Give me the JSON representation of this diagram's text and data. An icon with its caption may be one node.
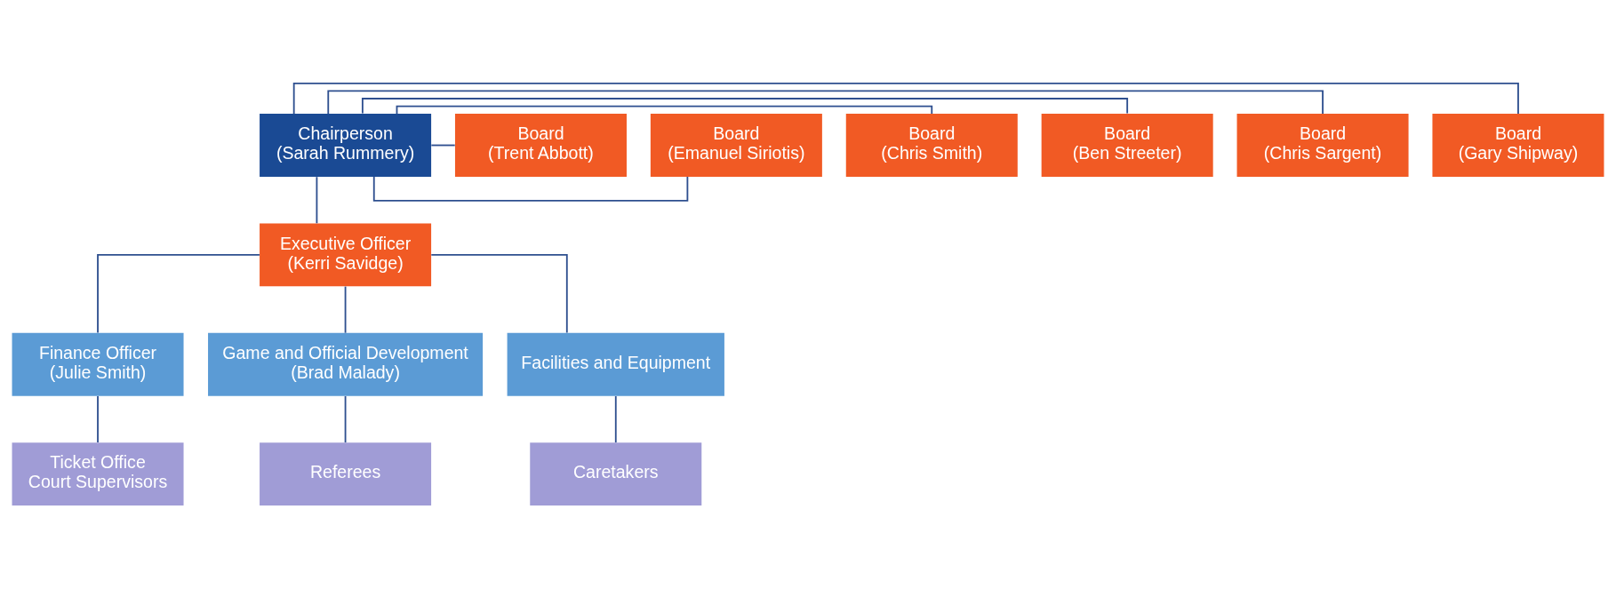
{
  "diagram": {
    "nodes": [
      {
        "text": [
          "Chairperson",
          "(Sarah Rummery)"
        ]
      },
      {
        "text": [
          "Board",
          "(Gary Shipway)"
        ]
      },
      {
        "text": [
          "Board",
          "(Chris Sargent)"
        ]
      },
      {
        "text": [
          "Board",
          "(Ben Streeter)"
        ]
      },
      {
        "text": [
          "Board",
          "(Chris Smith)"
        ]
      },
      {
        "text": [
          "Board",
          "(Emanuel Siriotis)"
        ]
      },
      {
        "text": [
          "Board",
          "(Trent Abbott)"
        ]
      },
      {
        "text": [
          "Executive Officer",
          "(Kerri Savidge)"
        ]
      },
      {
        "text": [
          "Finance Officer",
          "(Julie Smith)"
        ]
      },
      {
        "text": [
          "Game and Official Development",
          "(Brad Malady)"
        ]
      },
      {
        "text": [
          "Facilities and Equipment"
        ]
      },
      {
        "text": [
          "Ticket Office",
          "Court Supervisors"
        ]
      },
      {
        "text": [
          "Referees"
        ]
      },
      {
        "text": [
          "Caretakers"
        ]
      }
    ],
    "edges": [
      {
        "from": 0,
        "to": 1,
        "arrow": "none"
      },
      {
        "from": 0,
        "to": 2,
        "arrow": "none"
      },
      {
        "from": 0,
        "to": 3,
        "arrow": "none"
      },
      {
        "from": 0,
        "to": 4,
        "arrow": "none"
      },
      {
        "from": 0,
        "to": 5,
        "arrow": "none"
      },
      {
        "from": 0,
        "to": 6,
        "arrow": "none"
      },
      {
        "from": 0,
        "to": 7,
        "arrow": "none"
      },
      {
        "from": 7,
        "to": 8,
        "arrow": "none"
      },
      {
        "from": 7,
        "to": 9,
        "arrow": "none"
      },
      {
        "from": 7,
        "to": 10,
        "arrow": "none"
      },
      {
        "from": 8,
        "to": 11,
        "arrow": "none"
      },
      {
        "from": 9,
        "to": 12,
        "arrow": "none"
      },
      {
        "from": 10,
        "to": 13,
        "arrow": "none"
      }
    ]
  }
}
